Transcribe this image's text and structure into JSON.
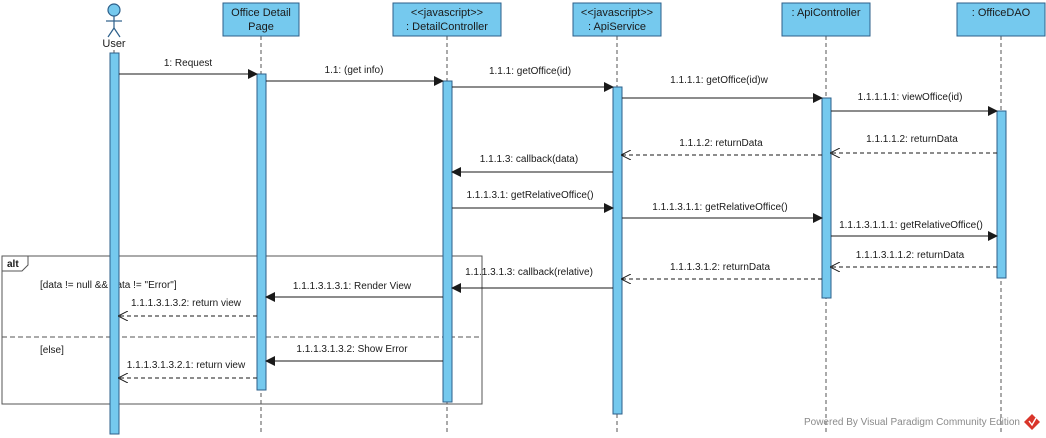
{
  "colors": {
    "fill": "#75c9ee",
    "stroke": "#2d5f8a",
    "line": "#1a1a1a",
    "frame": "#555555",
    "watermark_icon": "#d9352a"
  },
  "actor": {
    "name": "User"
  },
  "lifelines": [
    {
      "id": "page",
      "line1": "Office Detail",
      "line2": "Page"
    },
    {
      "id": "detail",
      "line1": "<<javascript>>",
      "line2": ": DetailController"
    },
    {
      "id": "apisvc",
      "line1": "<<javascript>>",
      "line2": ": ApiService"
    },
    {
      "id": "apictl",
      "line1": ": ApiController",
      "line2": ""
    },
    {
      "id": "dao",
      "line1": ": OfficeDAO",
      "line2": ""
    }
  ],
  "messages": [
    {
      "label": "1: Request",
      "type": "sync"
    },
    {
      "label": "1.1: (get info)",
      "type": "sync"
    },
    {
      "label": "1.1.1: getOffice(id)",
      "type": "sync"
    },
    {
      "label": "1.1.1.1: getOffice(id)w",
      "type": "sync"
    },
    {
      "label": "1.1.1.1.1: viewOffice(id)",
      "type": "sync"
    },
    {
      "label": "1.1.1.1.2: returnData",
      "type": "return"
    },
    {
      "label": "1.1.1.2: returnData",
      "type": "return"
    },
    {
      "label": "1.1.1.3: callback(data)",
      "type": "sync"
    },
    {
      "label": "1.1.1.3.1: getRelativeOffice()",
      "type": "sync"
    },
    {
      "label": "1.1.1.3.1.1: getRelativeOffice()",
      "type": "sync"
    },
    {
      "label": "1.1.1.3.1.1.1: getRelativeOffice()",
      "type": "sync"
    },
    {
      "label": "1.1.1.3.1.1.2: returnData",
      "type": "return"
    },
    {
      "label": "1.1.1.3.1.2: returnData",
      "type": "return"
    },
    {
      "label": "1.1.1.3.1.3: callback(relative)",
      "type": "sync"
    },
    {
      "label": "1.1.1.3.1.3.1: Render View",
      "type": "sync"
    },
    {
      "label": "1.1.1.3.1.3.2: return view",
      "type": "return"
    },
    {
      "label": "1.1.1.3.1.3.2: Show Error",
      "type": "sync"
    },
    {
      "label": "1.1.1.3.1.3.2.1: return view",
      "type": "return"
    }
  ],
  "alt_frame": {
    "tag": "alt",
    "guard1": "[data != null && data != \"Error\"]",
    "guard2": "[else]"
  },
  "watermark": "Powered By  Visual Paradigm Community Edition"
}
